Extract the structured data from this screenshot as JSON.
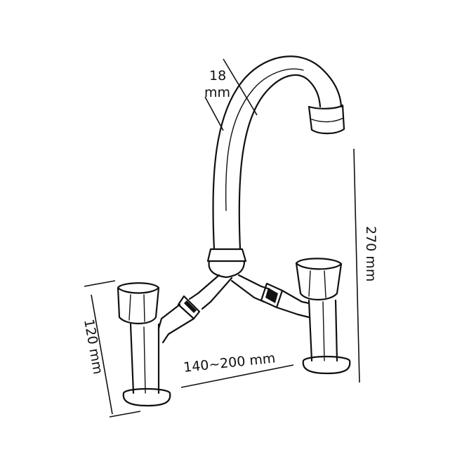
{
  "diagram": {
    "subject": "bridge-mixer-faucet",
    "colors": {
      "line": "#111111",
      "background": "#ffffff"
    },
    "dimensions": {
      "spout_diameter": {
        "value": "18",
        "unit": "mm"
      },
      "height": "270 mm",
      "handle_height": "120 mm",
      "center_spacing": "140~200 mm"
    }
  }
}
